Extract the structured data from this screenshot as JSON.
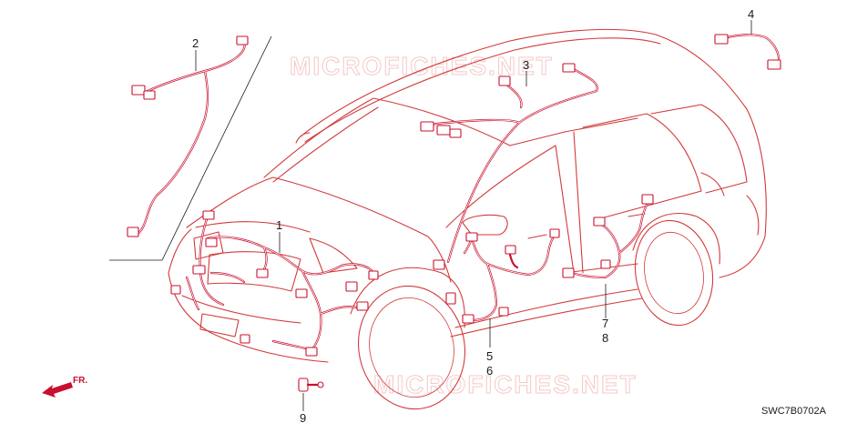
{
  "watermark_text": "MICROFICHES.NET",
  "direction_label": "FR.",
  "diagram_code": "SWC7B0702A",
  "callouts": {
    "n1": "1",
    "n2": "2",
    "n3": "3",
    "n4": "4",
    "n5": "5",
    "n6": "6",
    "n7": "7",
    "n8": "8",
    "n9": "9"
  },
  "colors": {
    "line": "#c8102e",
    "watermark": "#f2b6b6",
    "text": "#1a1a1a"
  }
}
